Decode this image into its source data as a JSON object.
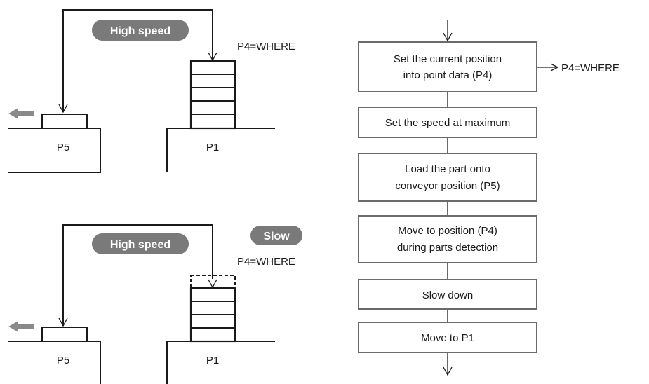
{
  "top_panel": {
    "speed_label": "High speed",
    "where_label": "P4=WHERE",
    "left_label": "P5",
    "right_label": "P1"
  },
  "bottom_panel": {
    "speed_label": "High speed",
    "slow_label": "Slow",
    "where_label": "P4=WHERE",
    "left_label": "P5",
    "right_label": "P1"
  },
  "flowchart": {
    "steps": [
      [
        "Set the current position",
        "into point data (P4)"
      ],
      [
        "Set the speed at maximum"
      ],
      [
        "Load the part onto",
        "conveyor position (P5)"
      ],
      [
        "Move to position (P4)",
        "during parts detection"
      ],
      [
        "Slow down"
      ],
      [
        "Move to P1"
      ]
    ],
    "side_output": "P4=WHERE"
  },
  "colors": {
    "pill": "#7a7a7a",
    "box_border": "#6a6a6a",
    "arrow_block": "#8a8a8a"
  }
}
